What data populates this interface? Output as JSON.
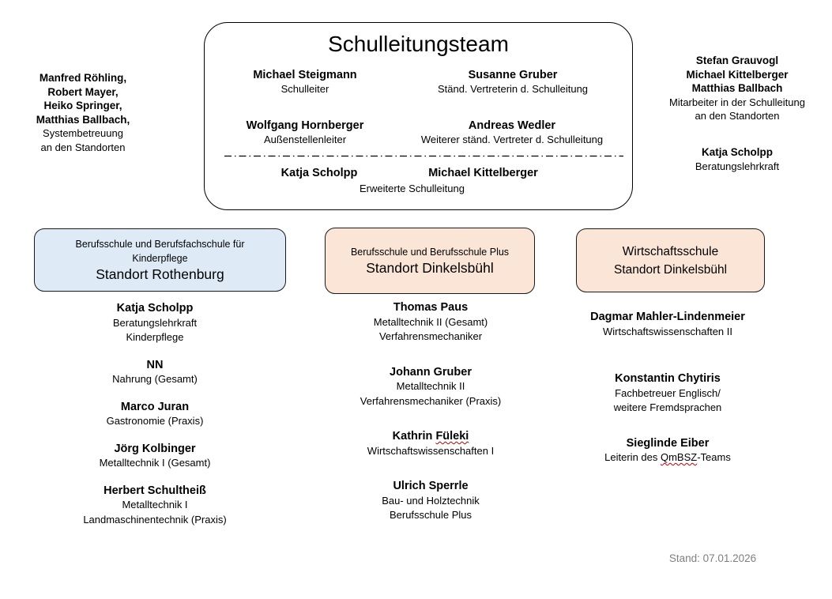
{
  "leadership_box": {
    "title": "Schulleitungsteam",
    "members": [
      {
        "name": "Michael Steigmann",
        "role": "Schulleiter"
      },
      {
        "name": "Susanne Gruber",
        "role": "Ständ. Vertreterin d. Schulleitung"
      },
      {
        "name": "Wolfgang Hornberger",
        "role": "Außenstellenleiter"
      },
      {
        "name": "Andreas Wedler",
        "role": "Weiterer ständ. Vertreter d. Schulleitung"
      }
    ],
    "extended_leadership": {
      "name_left": "Katja Scholpp",
      "name_right": "Michael Kittelberger",
      "role": "Erweiterte Schulleitung"
    }
  },
  "left_note": {
    "names": [
      "Manfred Röhling,",
      "Robert Mayer,",
      "Heiko Springer,",
      "Matthias Ballbach,"
    ],
    "roles": [
      "Systembetreuung",
      "an den Standorten"
    ]
  },
  "right_note": {
    "names": [
      "Stefan Grauvogl",
      "Michael Kittelberger",
      "Matthias Ballbach"
    ],
    "roles": [
      "Mitarbeiter in der Schulleitung",
      "an den Standorten"
    ],
    "counselor": {
      "name": "Katja Scholpp",
      "role": "Beratungslehrkraft"
    }
  },
  "school_box_1": {
    "line1": "Berufsschule und Berufsfachschule für",
    "line2": "Kinderpflege",
    "line3": "Standort Rothenburg",
    "fill": "#deebf7"
  },
  "school_box_2": {
    "line1": "Berufsschule und Berufsschule Plus",
    "line2": "Standort Dinkelsbühl",
    "fill": "#fbe5d6"
  },
  "school_box_3": {
    "line1": "Wirtschaftsschule",
    "line2": "Standort Dinkelsbühl",
    "fill": "#fbe5d6"
  },
  "staff_columns": [
    {
      "entries": [
        {
          "name": "Katja Scholpp",
          "roles": [
            "Beratungslehrkraft",
            "Kinderpflege"
          ]
        },
        {
          "name": "NN",
          "roles": [
            "Nahrung (Gesamt)"
          ]
        },
        {
          "name": "Marco Juran",
          "roles": [
            "Gastronomie (Praxis)"
          ]
        },
        {
          "name": "Jörg Kolbinger",
          "roles": [
            "Metalltechnik I (Gesamt)"
          ]
        },
        {
          "name": "Herbert Schultheiß",
          "roles": [
            "Metalltechnik I",
            "Landmaschinentechnik (Praxis)"
          ]
        }
      ]
    },
    {
      "entries": [
        {
          "name": "Thomas Paus",
          "roles": [
            "Metalltechnik II (Gesamt)",
            "Verfahrensmechaniker"
          ]
        },
        {
          "name": "Johann Gruber",
          "roles": [
            "Metalltechnik II",
            "Verfahrensmechaniker (Praxis)"
          ]
        },
        {
          "name_prefix": "Kathrin ",
          "name_misspelled": "Füleki",
          "roles": [
            "Wirtschaftswissenschaften I"
          ]
        },
        {
          "name": "Ulrich Sperrle",
          "roles": [
            "Bau- und Holztechnik",
            "Berufsschule Plus"
          ]
        }
      ]
    },
    {
      "entries": [
        {
          "name": "Dagmar Mahler-Lindenmeier",
          "roles": [
            "Wirtschaftswissenschaften II"
          ]
        },
        {
          "name": "Konstantin Chytiris",
          "roles": [
            "Fachbetreuer Englisch/",
            "weitere Fremdsprachen"
          ]
        },
        {
          "name": "Sieglinde Eiber",
          "role_prefix": "Leiterin des ",
          "role_misspelled": "QmBSZ",
          "role_suffix": "-Teams"
        }
      ]
    }
  ],
  "footer": {
    "stand": "Stand: 07.01.2026"
  },
  "colors": {
    "school_box_blue": "#deebf7",
    "school_box_orange": "#fbe5d6",
    "spellcheck_red": "#c00000",
    "stand_gray": "#7f7f7f"
  }
}
